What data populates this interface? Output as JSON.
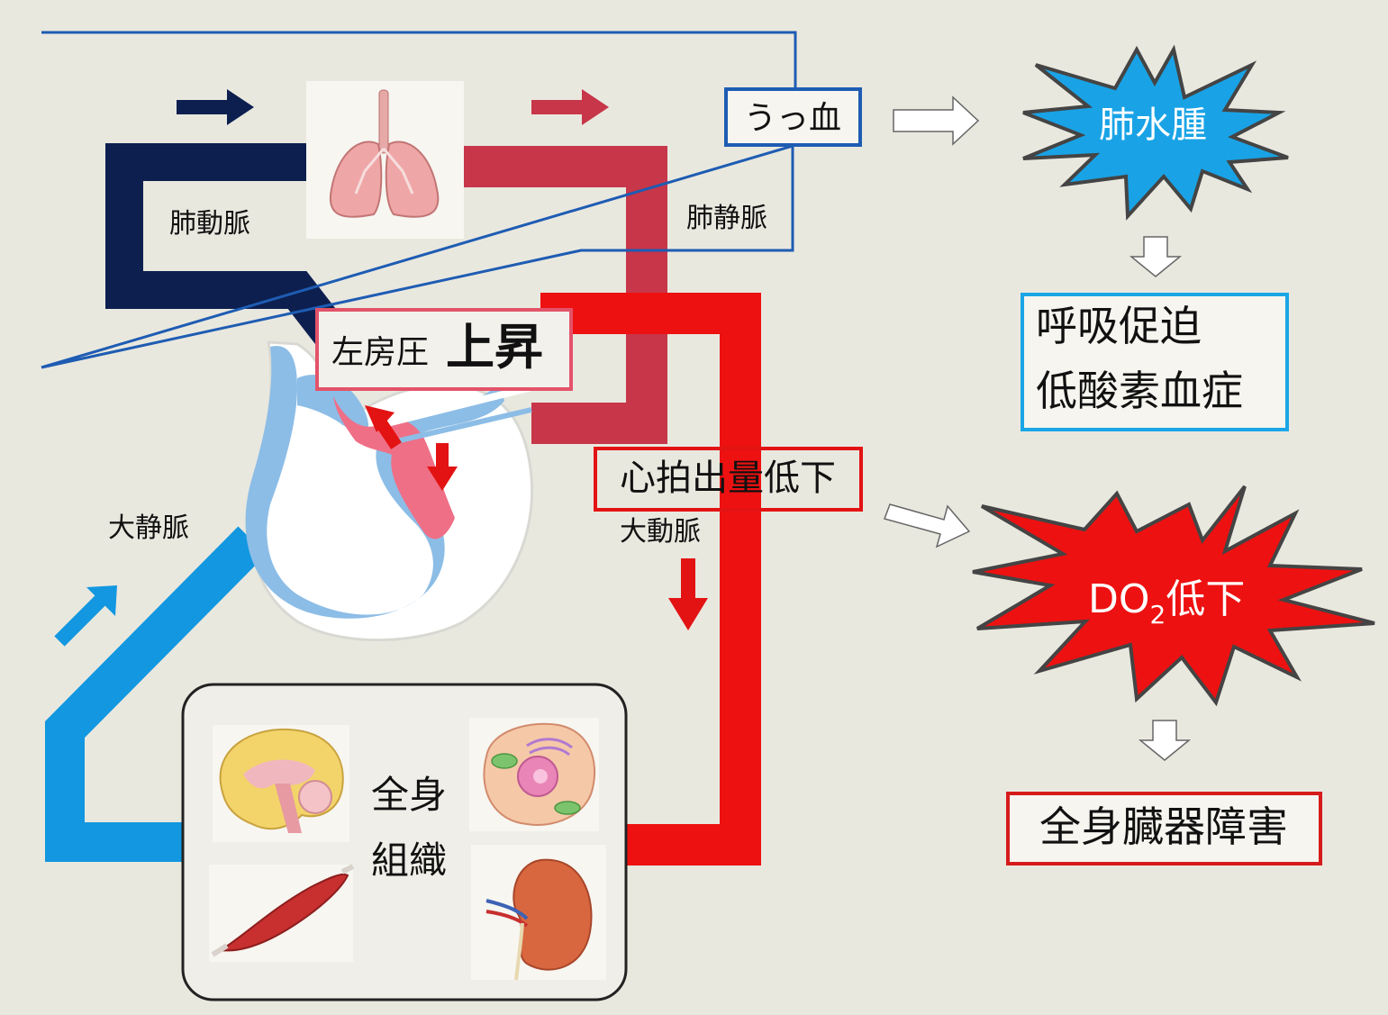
{
  "labels": {
    "pulmonary_artery": "肺動脈",
    "pulmonary_vein": "肺静脈",
    "vena_cava": "大静脈",
    "aorta": "大動脈",
    "congestion": "うっ血",
    "la_pressure": "左房圧",
    "la_pressure_rise": "上昇",
    "cardiac_output_down": "心拍出量低下",
    "body_tissue_line1": "全身",
    "body_tissue_line2": "組織",
    "pulmonary_edema": "肺水腫",
    "resp_line1": "呼吸促迫",
    "resp_line2": "低酸素血症",
    "do2_main": "DO",
    "do2_sub": "2",
    "do2_suffix": "低下",
    "organ_failure": "全身臓器障害"
  },
  "colors": {
    "background": "#e9e8df",
    "pulmonary_artery": "#0d1f4f",
    "pulmonary_vein": "#c73649",
    "aorta": "#ee1111",
    "vena_cava": "#1297e0",
    "congestion_frame": "#1e5cb3",
    "edema_burst": "#19a3e6",
    "resp_frame": "#1aa6e6",
    "do2_burst": "#ee1111",
    "organ_frame": "#d61b1b",
    "la_frame": "#e3536a"
  }
}
